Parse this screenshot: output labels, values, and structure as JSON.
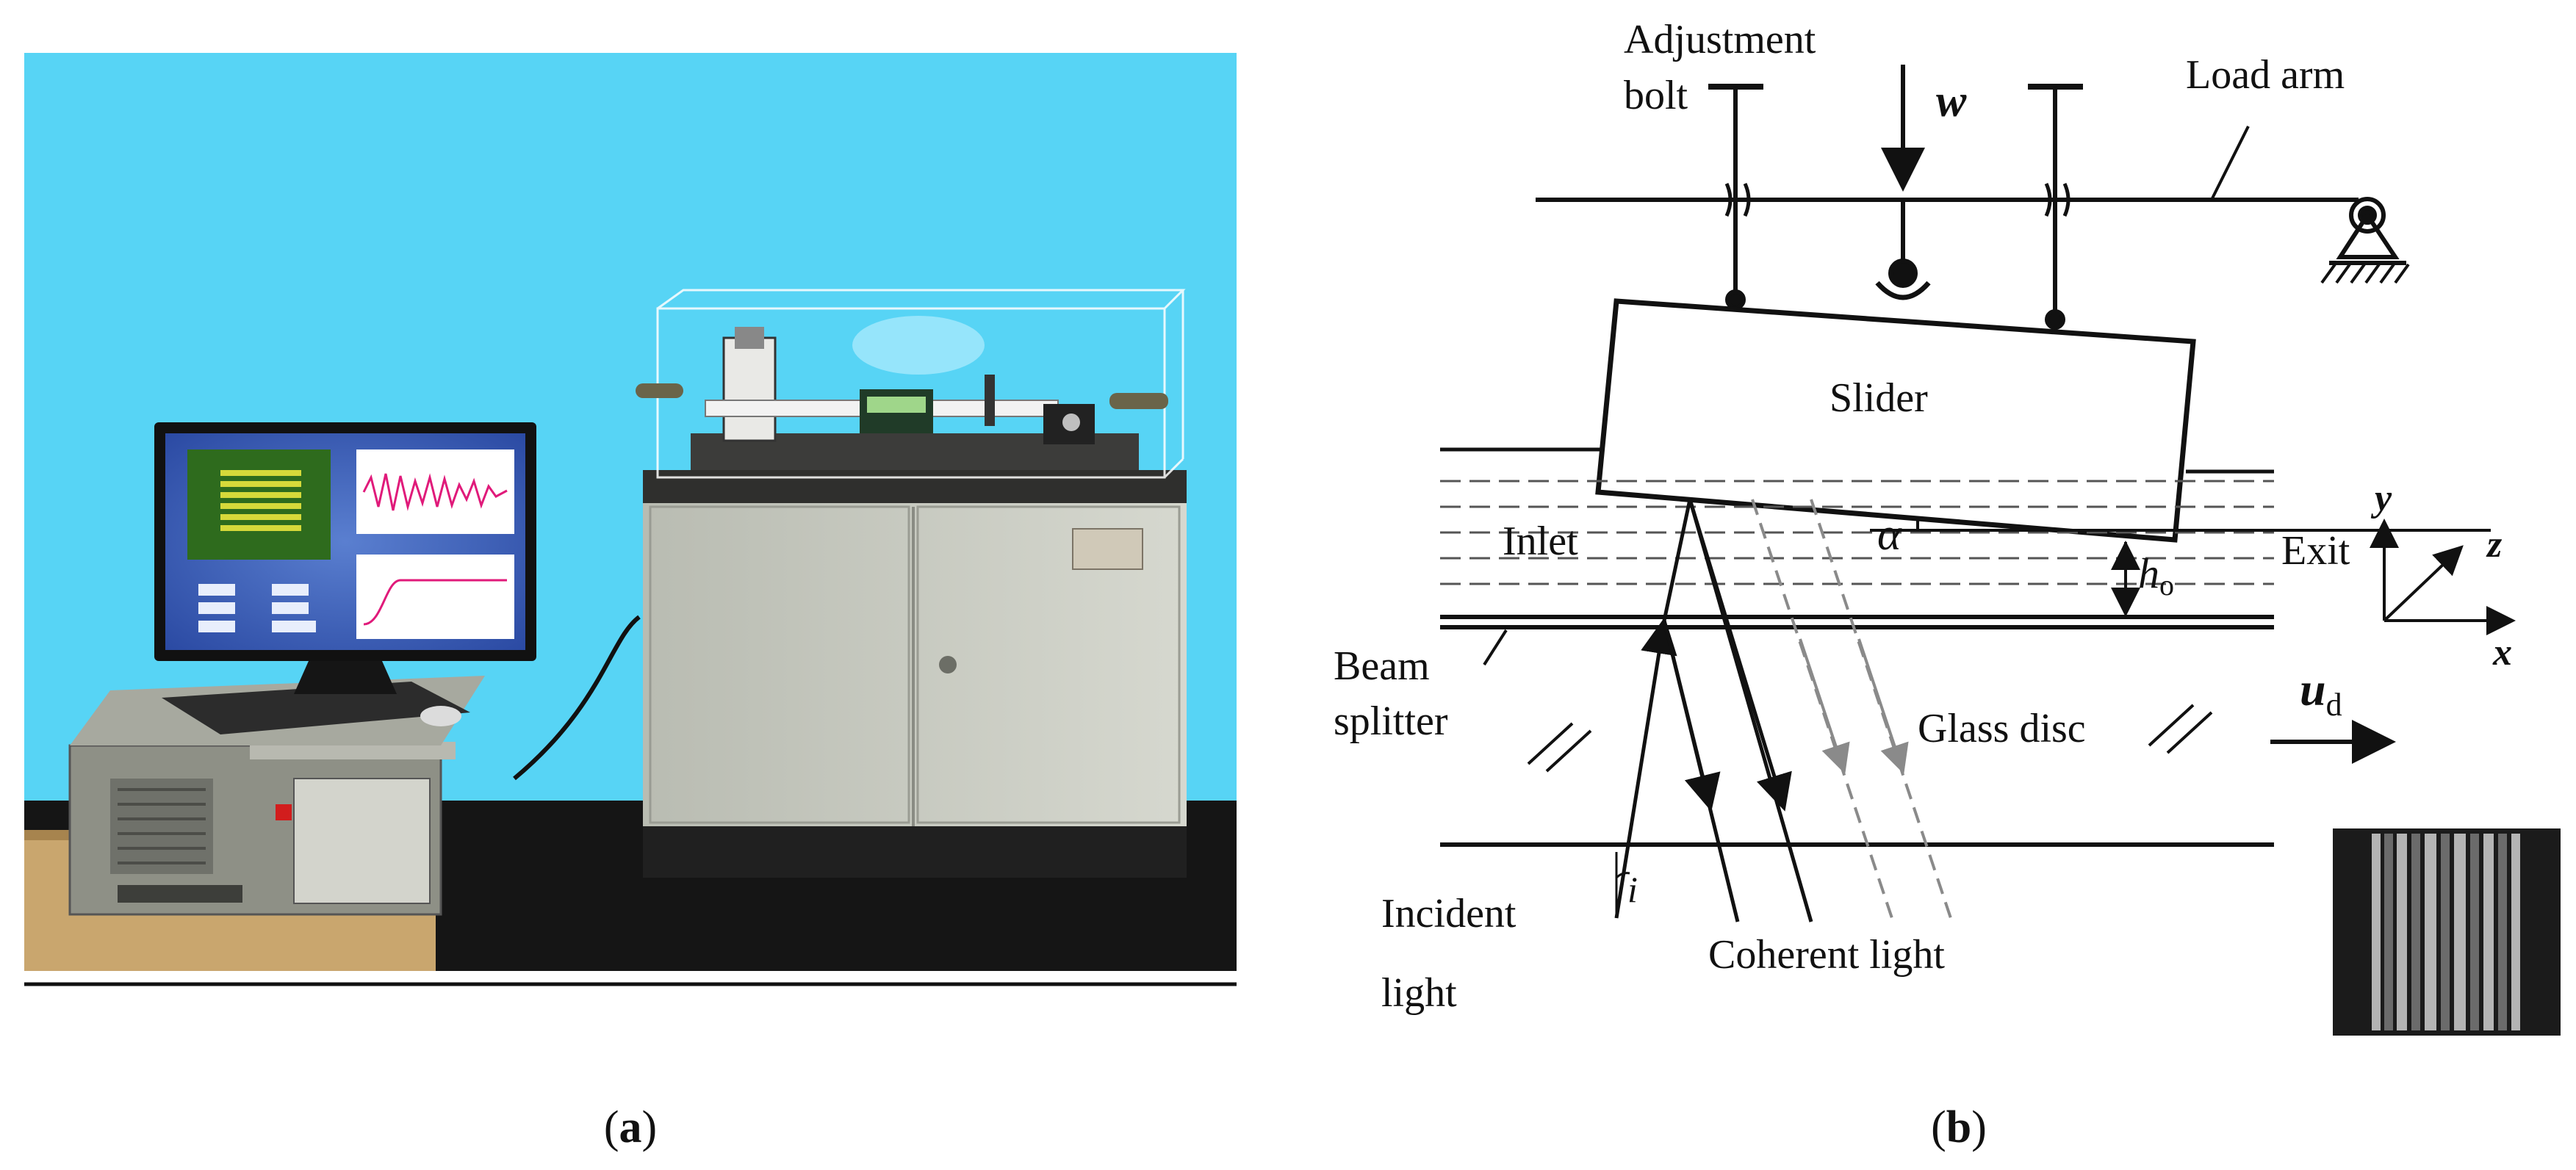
{
  "panel_a": {
    "caption": "(a)",
    "caption_letter": "a",
    "photo_subject": "lubrication film test rig with computer"
  },
  "panel_b": {
    "caption": "(b)",
    "caption_letter": "b",
    "labels": {
      "adjustment_bolt_1": "Adjustment",
      "adjustment_bolt_2": "bolt",
      "load": "w",
      "load_arm": "Load arm",
      "slider": "Slider",
      "inlet": "Inlet",
      "exit": "Exit",
      "alpha": "α",
      "h": "h",
      "h_sub": "o",
      "beam_splitter_1": "Beam",
      "beam_splitter_2": "splitter",
      "glass_disc": "Glass disc",
      "u": "u",
      "u_sub": "d",
      "incident_1": "Incident",
      "incident_2": "light",
      "incident_angle": "i",
      "coherent": "Coherent light",
      "axis_x": "x",
      "axis_y": "y",
      "axis_z": "z"
    },
    "colors": {
      "line": "#111111",
      "dashed_ray": "#8a8a8a"
    }
  },
  "colors": {
    "photo_background": "#57d4f5",
    "cabinet": "#c9ccc2",
    "floor": "#1a1a1a"
  }
}
